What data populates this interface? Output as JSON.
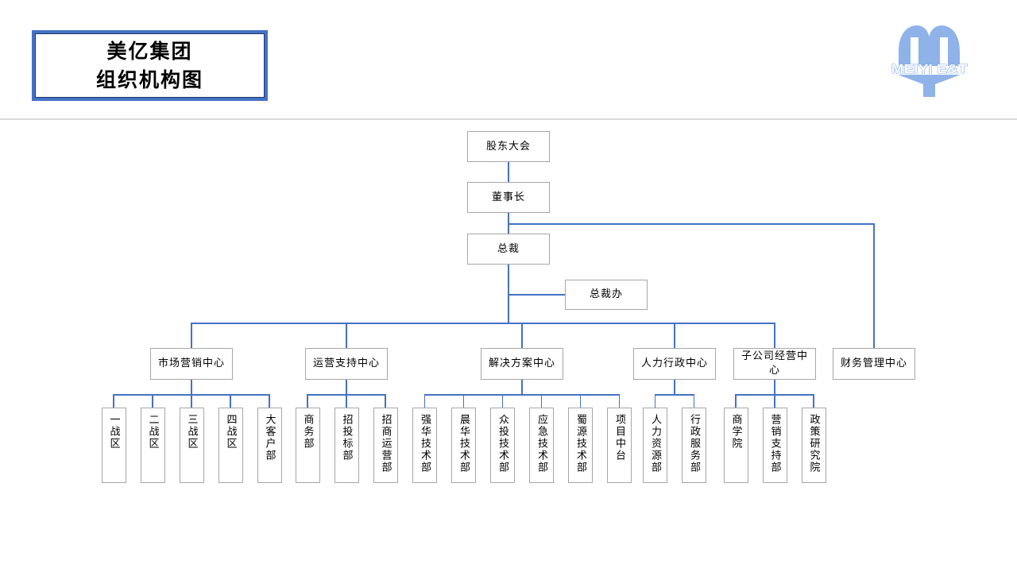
{
  "slide": {
    "title": {
      "line1": "美亿集团",
      "line2": "组织机构图"
    },
    "logo": {
      "text": "MEIYI E&T"
    }
  },
  "colors": {
    "connector_blue": "#4472C4",
    "title_border_blue": "#4472C4",
    "title_inner_line": "#1F3864",
    "node_border_gray": "#A6A6A6",
    "logo_light_blue": "#8FB2E8",
    "divider_gray": "#D9D9D9"
  },
  "org": {
    "top_chain": [
      {
        "id": "shareholders-meeting",
        "label": "股东大会"
      },
      {
        "id": "chairman",
        "label": "董事长"
      },
      {
        "id": "president",
        "label": "总裁"
      }
    ],
    "assistant": {
      "id": "president-office",
      "label": "总裁办"
    },
    "centers": [
      {
        "id": "marketing-center",
        "label": "市场营销中心",
        "children": [
          "一战区",
          "二战区",
          "三战区",
          "四战区",
          "大客户部"
        ]
      },
      {
        "id": "operations-support-center",
        "label": "运营支持中心",
        "children": [
          "商务部",
          "招投标部",
          "招商运营部"
        ]
      },
      {
        "id": "solutions-center",
        "label": "解决方案中心",
        "children": [
          "强华技术部",
          "晨华技术部",
          "众投技术部",
          "应急技术部",
          "蜀源技术部",
          "项目中台"
        ]
      },
      {
        "id": "hr-admin-center",
        "label": "人力行政中心",
        "children": [
          "人力资源部",
          "行政服务部"
        ]
      },
      {
        "id": "subsidiary-operations-center",
        "label": "子公司经营中心",
        "children": [
          "商学院",
          "营销支持部",
          "政策研究院"
        ]
      },
      {
        "id": "finance-center",
        "label": "财务管理中心",
        "children": [],
        "reports_to": "董事长"
      }
    ]
  }
}
